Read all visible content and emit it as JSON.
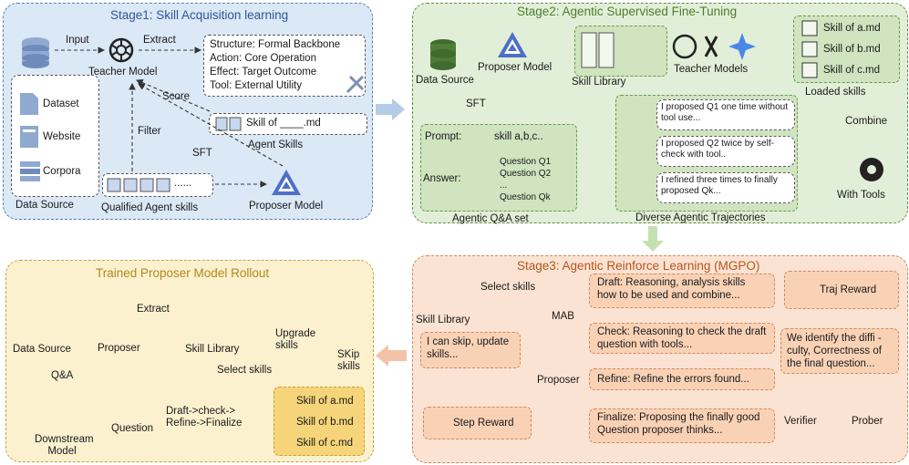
{
  "stage1": {
    "title": "Stage1: Skill Acquisition learning",
    "input": "Input",
    "extract": "Extract",
    "teacher_model": "Teacher Model",
    "structure_lines": [
      "Structure: Formal Backbone",
      "Action: Core Operation",
      "Effect: Target Outcome",
      "Tool: External Utility"
    ],
    "score": "Score",
    "filter": "Filter",
    "sft": "SFT",
    "agent_skill_box": "Skill of ____.md",
    "agent_skills": "Agent Skills",
    "sources": [
      "Dataset",
      "Website",
      "Corpora"
    ],
    "data_source": "Data Source",
    "qualified": "Qualified Agent skills",
    "proposer": "Proposer Model",
    "dots": "......"
  },
  "stage2": {
    "title": "Stage2: Agentic Supervised Fine-Tuning",
    "data_source": "Data Source",
    "proposer": "Proposer Model",
    "skill_library": "Skill Library",
    "teacher_models": "Teacher Models",
    "loaded_skills": [
      "Skill of a.md",
      "Skill of b.md",
      "Skill of c.md"
    ],
    "loaded_label": "Loaded skills",
    "combine": "Combine",
    "sft": "SFT",
    "prompt_label": "Prompt:",
    "prompt_text": "skill a,b,c..",
    "answer_label": "Answer:",
    "answers": [
      "Question Q1",
      "Question Q2",
      "...",
      "Question Qk"
    ],
    "qa_label": "Agentic Q&A set",
    "trajectories": [
      "I proposed Q1 one time without tool use...",
      "I proposed Q2 twice by self-check with tool..",
      "I refined three times to finally proposed Qk..."
    ],
    "traj_label": "Diverse Agentic Trajectories",
    "with_tools": "With Tools"
  },
  "stage3": {
    "title": "Trained Proposer Model Rollout",
    "data_source": "Data Source",
    "proposer": "Proposer",
    "extract": "Extract",
    "skill_library": "Skill Library",
    "upgrade": "Upgrade skills",
    "select": "Select skills",
    "skip": "SKip skills",
    "qa": "Q&A",
    "downstream": "Downstream Model",
    "question": "Question",
    "flow": "Draft->check-> Refine->Finalize",
    "skills": [
      "Skill of a.md",
      "Skill of b.md",
      "Skill of c.md"
    ]
  },
  "stage4": {
    "title": "Stage3: Agentic Reinforce Learning (MGPO)",
    "skill_library": "Skill Library",
    "select": "Select skills",
    "mab": "MAB",
    "skip_box": "I can skip, update skills...",
    "proposer": "Proposer",
    "step_reward": "Step Reward",
    "draft": "Draft: Reasoning, analysis skills how to be used and combine...",
    "check": "Check: Reasoning to check the draft question with tools...",
    "refine": "Refine: Refine the errors found...",
    "finalize": "Finalize: Proposing the finally good Question proposer thinks...",
    "traj_reward": "Traj Reward",
    "identify": "We identify the diffi -culty, Correctness of the final question...",
    "verifier": "Verifier",
    "prober": "Prober"
  }
}
